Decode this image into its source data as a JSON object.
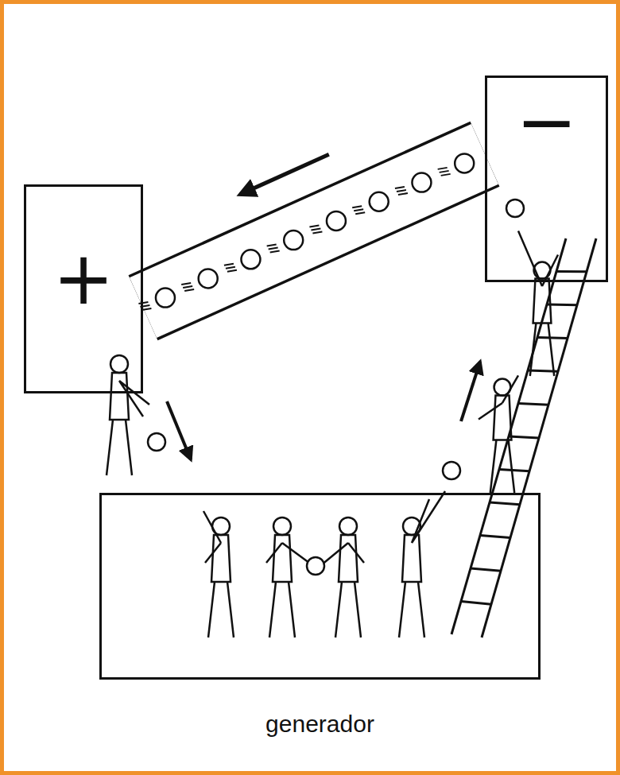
{
  "diagram": {
    "nodes": [
      {
        "text": [
          "+"
        ]
      },
      {
        "text": [
          "−"
        ]
      },
      {
        "text": [
          "generador"
        ]
      }
    ],
    "edges": [
      {
        "from": 1,
        "to": 0,
        "arrow": "to"
      }
    ]
  }
}
